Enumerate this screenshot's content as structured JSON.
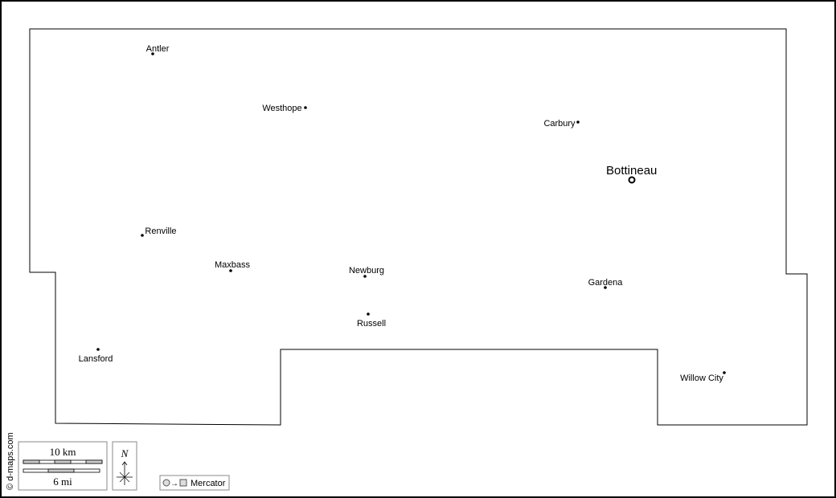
{
  "map": {
    "county_seat": "Bottineau",
    "cities": [
      "Antler",
      "Westhope",
      "Carbury",
      "Renville",
      "Maxbass",
      "Newburg",
      "Gardena",
      "Russell",
      "Lansford",
      "Willow City"
    ]
  },
  "legend": {
    "credit": "© d-maps.com",
    "scale_km": "10 km",
    "scale_mi": "6 mi",
    "north": "N",
    "projection": "Mercator"
  }
}
